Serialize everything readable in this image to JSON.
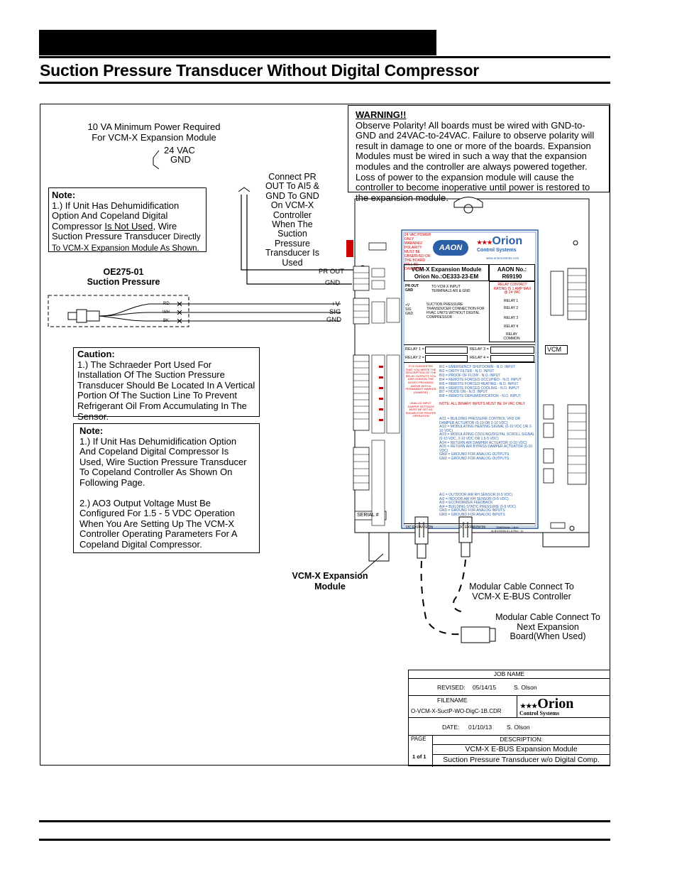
{
  "page": {
    "title": "Suction Pressure Transducer Without Digital Compressor"
  },
  "power": {
    "note": "10 VA Minimum Power Required For VCM-X Expansion Module",
    "vac_label": "24 VAC",
    "gnd_label": "GND"
  },
  "warning": {
    "heading": "WARNING!!",
    "body": "Observe Polarity! All boards must be wired with GND-to-GND and 24VAC-to-24VAC. Failure to observe polarity will result in damage to one or more of the boards. Expansion Modules must be wired in such a way that the expansion modules and the controller are always powered together. Loss of power to the expansion module will cause the controller to become inoperative until power is restored to the expansion module."
  },
  "note1": {
    "heading": "Note:",
    "line1": "1.) If Unit Has Dehumidification Option And Copeland Digital Compressor",
    "underlined": "Is Not Used",
    "line2": ", Wire Suction Pressure Transducer",
    "line3": "Directly To VCM-X Expansion Module As Shown."
  },
  "connect_pr": "Connect PR OUT To AI5 & GND To GND On VCM-X Controller When The Suction Pressure Transducer Is Used",
  "sensor": {
    "part": "OE275-01",
    "name": "Suction Pressure",
    "wires": [
      "RD",
      "WH",
      "BK"
    ]
  },
  "terminals": {
    "pr_out": "PR OUT",
    "gnd1": "GND",
    "v": "+V",
    "sig": "SIG",
    "gnd2": "GND"
  },
  "caution": {
    "heading": "Caution:",
    "body": "1.) The Schraeder Port Used For Installation Of The Suction Pressure Transducer Should Be Located In A Vertical Portion Of The Suction Line To Prevent Refrigerant Oil From Accumulating In The Sensor."
  },
  "note2": {
    "heading": "Note:",
    "p1": "1.)  If Unit Has Dehumidification Option And Copeland Digital Compressor Is Used, Wire Suction Pressure Transducer To Copeland Controller As Shown On Following Page.",
    "p2": "2.)  AO3 Output Voltage Must Be Configured For 1.5 - 5 VDC Operation When You Are Setting Up The VCM-X Controller Operating Parameters For A Copeland Digital Compressor."
  },
  "board": {
    "module_title": "VCM-X Expansion Module",
    "orion_no": "Orion No.:OE333-23-EM",
    "aaon_no_label": "AAON No.:",
    "aaon_no": "R69190",
    "aaon_logo": "AAON",
    "orion_logo": "Orion",
    "orion_sub": "Control Systems",
    "website": "www.orioncontrols.com",
    "power_warning": "24 VAC POWER ONLY WARNING! POLARITY MUST BE OBSERVED OR THE BOARD WILL BE DAMAGED",
    "pr_note": "TO VCM-X INPUT TERMINALS AI5 & GND",
    "pr_terms": "PR OUT GND",
    "sp_note": "SUCTION PRESSURE TRANSDUCER CONNECTION FOR HVAC UNITS WITHOUT DIGITAL COMPRESSOR",
    "sp_terms": "+V SIG GND",
    "relay_rating": "RELAY CONTACT RATING IS 1 AMP MAX @ 24 VAC",
    "relays": [
      "RELAY 1",
      "RELAY 2",
      "RELAY 3",
      "RELAY 4",
      "RELAY COMMON"
    ],
    "relay_fields": [
      "RELAY 1 =",
      "RELAY 2 =",
      "RELAY 3 =",
      "RELAY 4 ="
    ],
    "vcm_tag": "VCM",
    "bi_note": "IT IS SUGGESTED THAT YOU WRITE THE DESCRIPTION OF THE RELAY OUTPUTS YOU ARE USING IN THE BOXES PROVIDED ABOVE WITH A PERMANENT MARKER (SHARPIE)",
    "binary_inputs": [
      "BI1 = EMERGENCY SHUTDOWN - N.O. INPUT",
      "BI2 = DIRTY FILTER - N.O. INPUT",
      "BI3 = PROOF OF FLOW - N.O. INPUT",
      "BI4 = REMOTE FORCED OCCUPIED - N.O. INPUT",
      "BI5 = REMOTE FORCED HEATING - N.O. INPUT",
      "BI6 = REMOTE FORCED COOLING - N.O. INPUT",
      "BI7 = HOOD ON - N.O. INPUT",
      "BI8 = REMOTE DEHUMIDIFICATION - N.O. INPUT"
    ],
    "bi_footnote": "NOTE: ALL BINARY INPUTS MUST BE 24 VAC ONLY",
    "ai_jumper_note": "ANALOG INPUT JUMPER SETTINGS MUST BE SET AS SHOWN FOR PROPER OPERATION",
    "analog_outputs": [
      "AO1 = BUILDING PRESSURE CONTROL VFD OR DAMPER ACTUATOR (0-10 OR 2-10 VDC)",
      "AO2 = MODULATING HEATING SIGNAL (0-10 VDC OR 2-10 VDC)",
      "AO3 = MODULATING COOLING/DIGITAL SCROLL SIGNAL (0-10 VDC, 2-10 VDC OR 1.5-5 VDC)",
      "AO4 = RETURN AIR DAMPER ACTUATOR (0-10 VDC)",
      "AO5 = RETURN AIR BYPASS DAMPER ACTUATOR (0-10 VDC)",
      "GND = GROUND FOR ANALOG OUTPUTS",
      "GND = GROUND FOR ANALOG OUTPUTS"
    ],
    "analog_inputs": [
      "AI1 = OUTDOOR AIR RH SENSOR (0-5 VDC)",
      "AI2 = INDOOR AIR RH SENSOR (0-5 VDC)",
      "AI3 = ECONOMIZER FEEDBACK",
      "AI4 = BUILDING STATIC PRESSURE (0-5 VDC)",
      "GND = GROUND FOR ANALOG INPUTS",
      "GND = GROUND FOR ANALOG INPUTS"
    ],
    "i2c": "I2C EXPANSION",
    "wattmaster": "WattMaster Label #LB102038-01-A Rev.: 1L",
    "serial": "SERIAL #"
  },
  "callouts": {
    "module": "VCM-X Expansion Module",
    "cable1": "Modular Cable Connect To VCM-X E-BUS Controller",
    "cable2": "Modular Cable Connect To Next Expansion Board(When Used)"
  },
  "title_block": {
    "job_name": "JOB NAME",
    "revised_label": "REVISED:",
    "revised_date": "05/14/15",
    "revised_by": "S. Olson",
    "filename_label": "FILENAME",
    "filename": "O-VCM-X-SuctP-WO-DigC-1B.CDR",
    "date_label": "DATE:",
    "date": "01/10/13",
    "date_by": "S. Olson",
    "page_label": "PAGE",
    "page": "1 of 1",
    "description_label": "DESCRIPTION:",
    "desc1": "VCM-X E-BUS Expansion Module",
    "desc2": "Suction Pressure Transducer w/o Digital Comp.",
    "logo": "Orion",
    "logo_sub": "Control Systems"
  },
  "colors": {
    "red_text": "#cc0000",
    "blue_board": "#2b5fa6"
  }
}
